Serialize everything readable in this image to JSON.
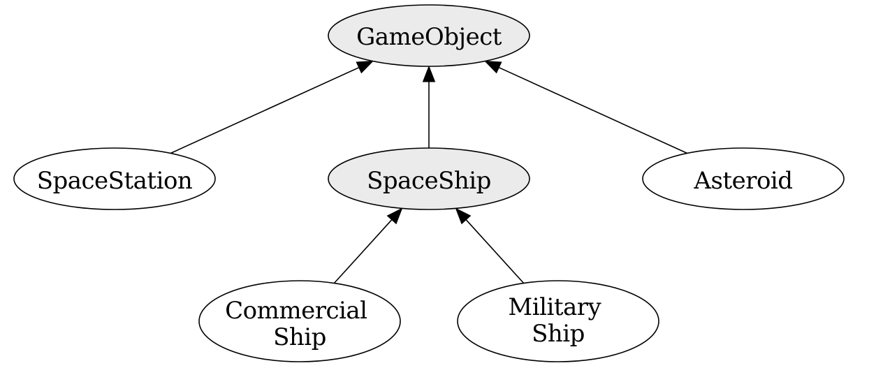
{
  "diagram": {
    "type": "class-hierarchy",
    "colors": {
      "base_fill": "#ebebeb",
      "leaf_fill": "#ffffff",
      "stroke": "#000000"
    },
    "nodes": {
      "gameobject": {
        "lines": [
          "GameObject"
        ],
        "style": "base"
      },
      "spacestation": {
        "lines": [
          "SpaceStation"
        ],
        "style": "leaf"
      },
      "spaceship": {
        "lines": [
          "SpaceShip"
        ],
        "style": "base"
      },
      "asteroid": {
        "lines": [
          "Asteroid"
        ],
        "style": "leaf"
      },
      "commercial_ship": {
        "lines": [
          "Commercial",
          "Ship"
        ],
        "style": "leaf"
      },
      "military_ship": {
        "lines": [
          "Military",
          "Ship"
        ],
        "style": "leaf"
      }
    },
    "edges": [
      {
        "from": "spacestation",
        "to": "gameobject",
        "relation": "inherits"
      },
      {
        "from": "spaceship",
        "to": "gameobject",
        "relation": "inherits"
      },
      {
        "from": "asteroid",
        "to": "gameobject",
        "relation": "inherits"
      },
      {
        "from": "commercial_ship",
        "to": "spaceship",
        "relation": "inherits"
      },
      {
        "from": "military_ship",
        "to": "spaceship",
        "relation": "inherits"
      }
    ]
  }
}
